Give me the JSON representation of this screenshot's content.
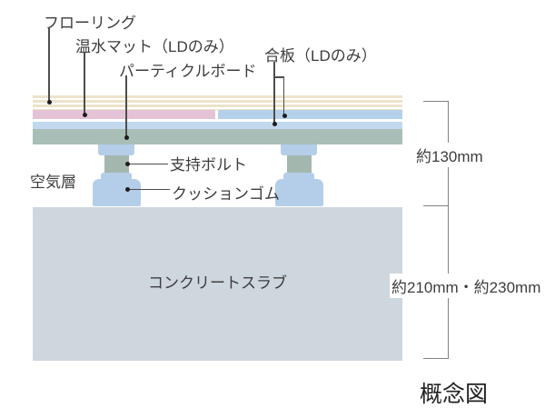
{
  "figure": {
    "caption": "概念図",
    "callouts": {
      "flooring": "フローリング",
      "hot_water_mat": "温水マット（LDのみ）",
      "particle_board": "パーティクルボード",
      "plywood": "合板（LDのみ）",
      "air_layer": "空気層",
      "support_bolt": "支持ボルト",
      "cushion_rubber": "クッションゴム",
      "concrete_slab": "コンクリートスラブ"
    },
    "dimensions": {
      "floor_system_height": "約130mm",
      "slab_thickness": "約210mm・約230mm"
    },
    "colors": {
      "flooring_cream": "#ece3cb",
      "mat_pink": "#e4c3d6",
      "plywood_blue_upper": "#b5d0ea",
      "plywood_blue_lower": "#c1d8ef",
      "particle_board_green": "#a9beb6",
      "support_bolt_green": "#a3b7ae",
      "cushion_cap_blue": "#b4cee9",
      "concrete_slab_gray": "#ced6de",
      "leader_line": "#4d4d4d",
      "dimension_line": "#828282",
      "label_text": "#3d3d3d"
    }
  }
}
